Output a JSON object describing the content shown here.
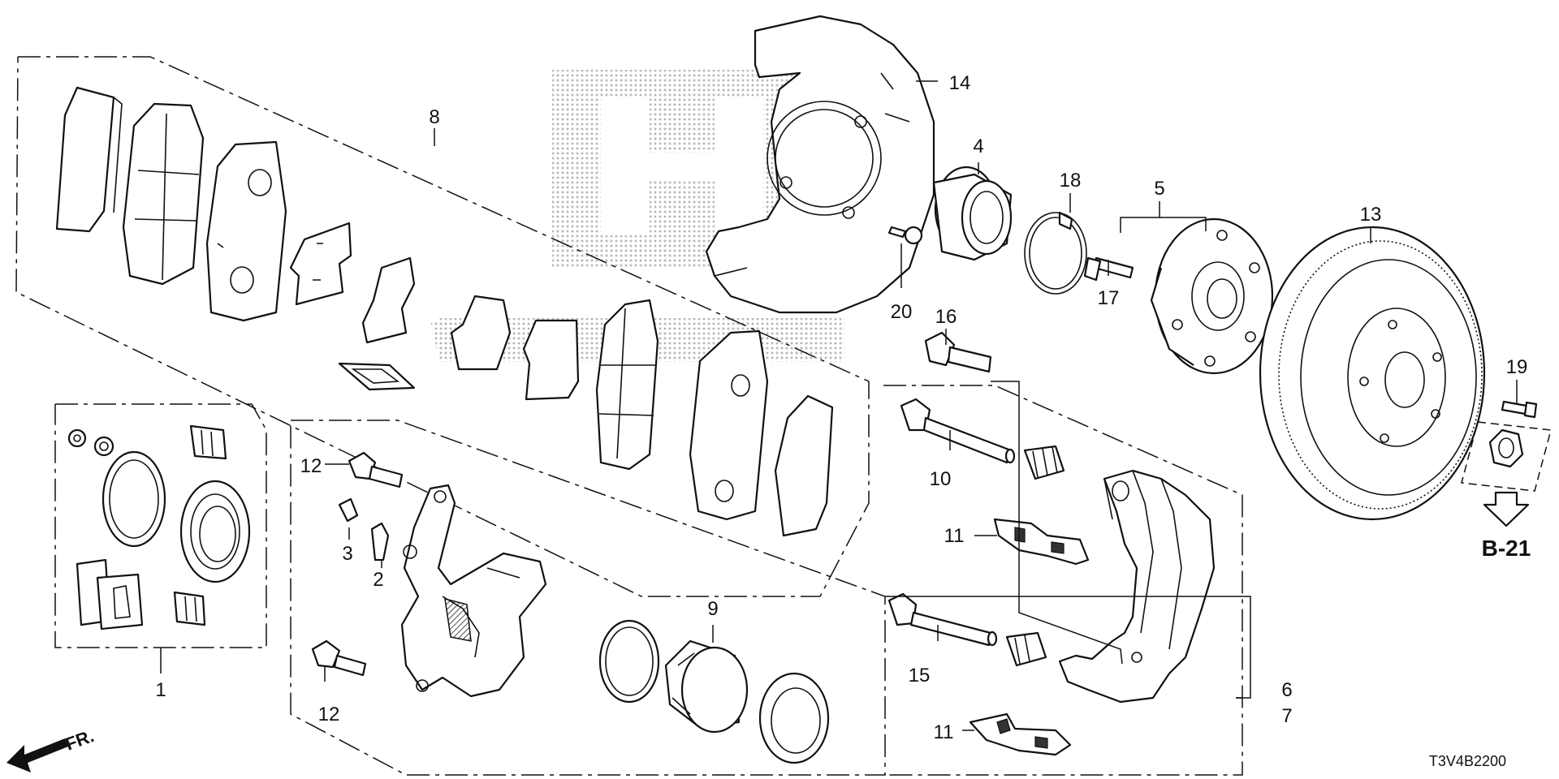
{
  "callouts": {
    "c1": "1",
    "c2": "2",
    "c3": "3",
    "c4": "4",
    "c5": "5",
    "c6": "6",
    "c7": "7",
    "c8": "8",
    "c9": "9",
    "c10": "10",
    "c11a": "11",
    "c11b": "11",
    "c12a": "12",
    "c12b": "12",
    "c13": "13",
    "c14": "14",
    "c15": "15",
    "c16": "16",
    "c17": "17",
    "c18": "18",
    "c19": "19",
    "c20": "20"
  },
  "reference": {
    "direction_label": "FR.",
    "section_ref": "B-21",
    "diagram_code": "T3V4B2200"
  },
  "colors": {
    "line": "#111111",
    "background": "#ffffff",
    "watermark_dots": "#b5b5b5"
  }
}
